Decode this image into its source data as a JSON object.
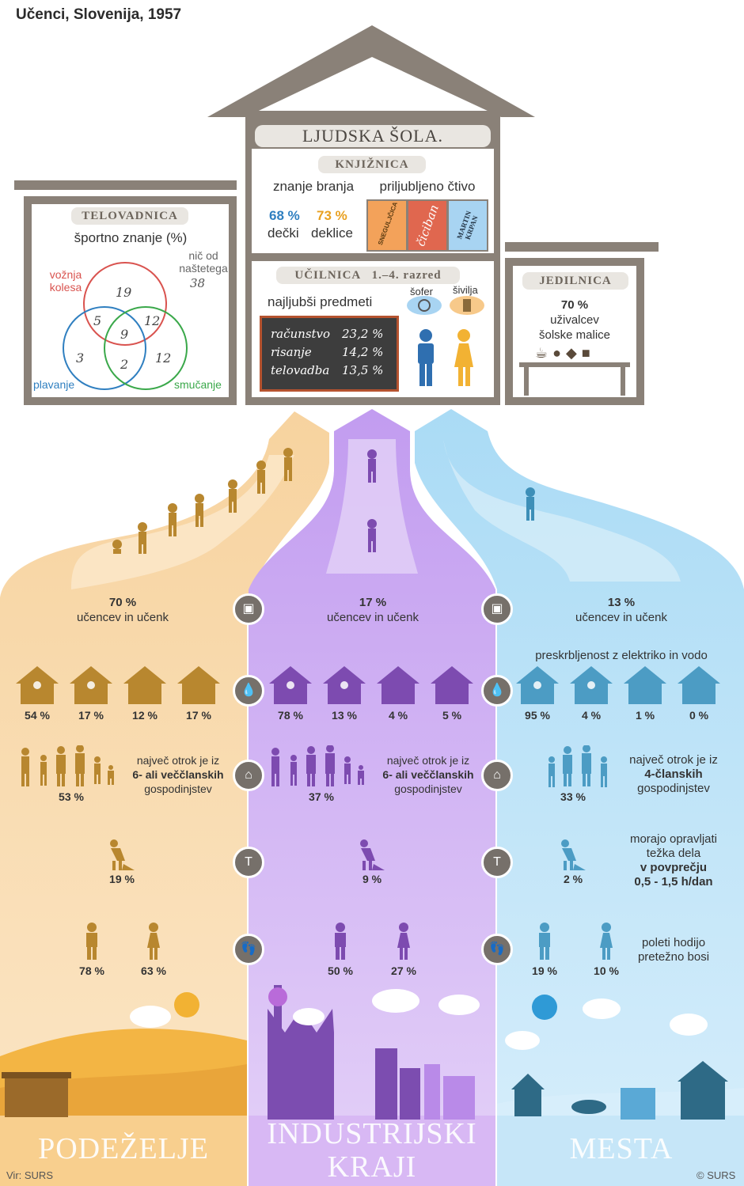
{
  "title": "Učenci, Slovenija, 1957",
  "year": "1957",
  "school_sign": "LJUDSKA ŠOLA.",
  "knjiznica": {
    "label": "KNJIŽNICA",
    "reading_label": "znanje branja",
    "boys_pct": "68 %",
    "girls_pct": "73 %",
    "boys_label": "dečki",
    "girls_label": "deklice",
    "favorite_label": "priljubljeno čtivo",
    "books": [
      "SNEGULJČICA",
      "čiciban",
      "MARTIN KRPAN"
    ]
  },
  "telovadnica": {
    "label": "TELOVADNICA",
    "subtitle": "športno znanje (%)",
    "venn": {
      "cycling_label": "vožnja kolesa",
      "swimming_label": "plavanje",
      "skiing_label": "smučanje",
      "none_label": "nič od naštetega",
      "none_value": "38",
      "cycling_only": "19",
      "cycling_swimming": "5",
      "cycling_skiing": "12",
      "all_three": "9",
      "swimming_only": "3",
      "swimming_skiing": "2",
      "skiing_only": "12"
    }
  },
  "ucilnica": {
    "label": "UČILNICA   1.–4. razred",
    "subtitle": "najljubši predmeti",
    "subjects": [
      {
        "name": "računstvo",
        "value": "23,2 %"
      },
      {
        "name": "risanje",
        "value": "14,2 %"
      },
      {
        "name": "telovadba",
        "value": "13,5 %"
      }
    ],
    "boy_dream": "šofer",
    "girl_dream": "šivilja"
  },
  "jedilnica": {
    "label": "JEDILNICA",
    "pct": "70 %",
    "line1": "uživalcev",
    "line2": "šolske malice"
  },
  "columns": [
    {
      "name": "PODEŽELJE",
      "share_pct": "70 %",
      "share_label": "učencev in učenk",
      "utilities": [
        "54 %",
        "17 %",
        "12 %",
        "17 %"
      ],
      "family_pct": "53 %",
      "family_text": [
        "največ otrok je iz",
        "6- ali veččlanskih",
        "gospodinjstev"
      ],
      "work_pct": "19 %",
      "barefoot_boys": "78 %",
      "barefoot_girls": "63 %"
    },
    {
      "name": "INDUSTRIJSKI KRAJI",
      "share_pct": "17 %",
      "share_label": "učencev in učenk",
      "utilities": [
        "78 %",
        "13 %",
        "4 %",
        "5 %"
      ],
      "family_pct": "37 %",
      "family_text": [
        "največ otrok je iz",
        "6- ali veččlanskih",
        "gospodinjstev"
      ],
      "work_pct": "9 %",
      "barefoot_boys": "50 %",
      "barefoot_girls": "27 %"
    },
    {
      "name": "MESTA",
      "share_pct": "13 %",
      "share_label": "učencev in učenk",
      "utilities_label": "preskrbljenost z elektriko in vodo",
      "utilities": [
        "95 %",
        "4 %",
        "1 %",
        "0 %"
      ],
      "family_pct": "33 %",
      "family_text": [
        "največ otrok je iz",
        "4-članskih",
        "gospodinjstev"
      ],
      "work_pct": "2 %",
      "work_text": [
        "morajo opravljati",
        "težka dela",
        "v povprečju",
        "0,5 - 1,5 h/dan"
      ],
      "barefoot_boys": "19 %",
      "barefoot_girls": "10 %",
      "barefoot_text": [
        "poleti hodijo",
        "pretežno bosi"
      ]
    }
  ],
  "colors": {
    "rural": "#f4c98a",
    "rural_dark": "#b8872f",
    "industrial": "#c9a7ef",
    "industrial_dark": "#7d4bb0",
    "city": "#bfe3f7",
    "city_dark": "#4c9cc4",
    "house": "#8a8178"
  },
  "source": "Vir: SURS",
  "copyright": "© SURS"
}
